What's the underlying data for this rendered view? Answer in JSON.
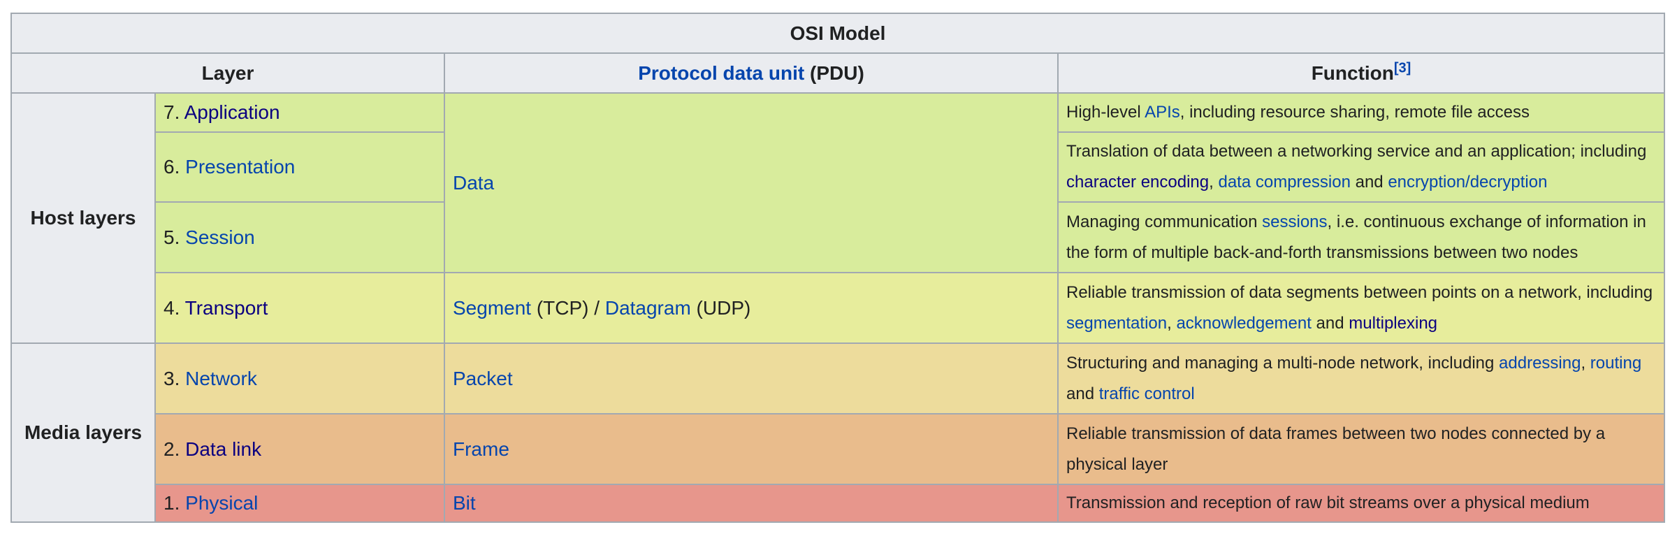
{
  "table": {
    "caption": "OSI Model",
    "headers": {
      "layer": "Layer",
      "pdu_link": "Protocol data unit",
      "pdu_rest": " (PDU)",
      "function": "Function",
      "function_ref": "[3]"
    },
    "groups": {
      "host": "Host layers",
      "media": "Media layers"
    },
    "rows": [
      {
        "num": "7. ",
        "name": "Application",
        "pdu": "Data",
        "func": {
          "t0": "High-level ",
          "l1": "APIs",
          "t1": ", including resource sharing, remote file access"
        }
      },
      {
        "num": "6. ",
        "name": "Presentation",
        "func": {
          "t0": "Translation of data between a networking service and an application; including ",
          "l1": "character encoding",
          "t1": ", ",
          "l2": "data compression",
          "t2": " and ",
          "l3": "encryption/decryption"
        }
      },
      {
        "num": "5. ",
        "name": "Session",
        "func": {
          "t0": "Managing communication ",
          "l1": "sessions",
          "t1": ", i.e. continuous exchange of information in the form of multiple back-and-forth transmissions between two nodes"
        }
      },
      {
        "num": "4. ",
        "name": "Transport",
        "pdu": {
          "l1": "Segment",
          "t1": " (TCP) / ",
          "l2": "Datagram",
          "t2": " (UDP)"
        },
        "func": {
          "t0": "Reliable transmission of data segments between points on a network, including ",
          "l1": "segmentation",
          "t1": ", ",
          "l2": "acknowledgement",
          "t2": " and ",
          "l3": "multiplexing"
        }
      },
      {
        "num": "3. ",
        "name": "Network",
        "pdu": "Packet",
        "func": {
          "t0": "Structuring and managing a multi-node network, including ",
          "l1": "addressing",
          "t1": ", ",
          "l2": "routing",
          "t2": " and ",
          "l3": "traffic control"
        }
      },
      {
        "num": "2. ",
        "name": "Data link",
        "pdu": "Frame",
        "func": {
          "t0": "Reliable transmission of data frames between two nodes connected by a physical layer"
        }
      },
      {
        "num": "1. ",
        "name": "Physical",
        "pdu": "Bit",
        "func": {
          "t0": "Transmission and reception of raw bit streams over a physical medium"
        }
      }
    ]
  },
  "colors": {
    "link": "#0645ad",
    "visited_link": "#0b0080",
    "header_bg": "#eaecf0",
    "border": "#a2a9b1",
    "host_layers_bg": "#d8ec9c",
    "transport_bg": "#e7ed9c",
    "network_bg": "#eddc9c",
    "data_link_bg": "#e9bc8c",
    "physical_bg": "#e7968c"
  }
}
